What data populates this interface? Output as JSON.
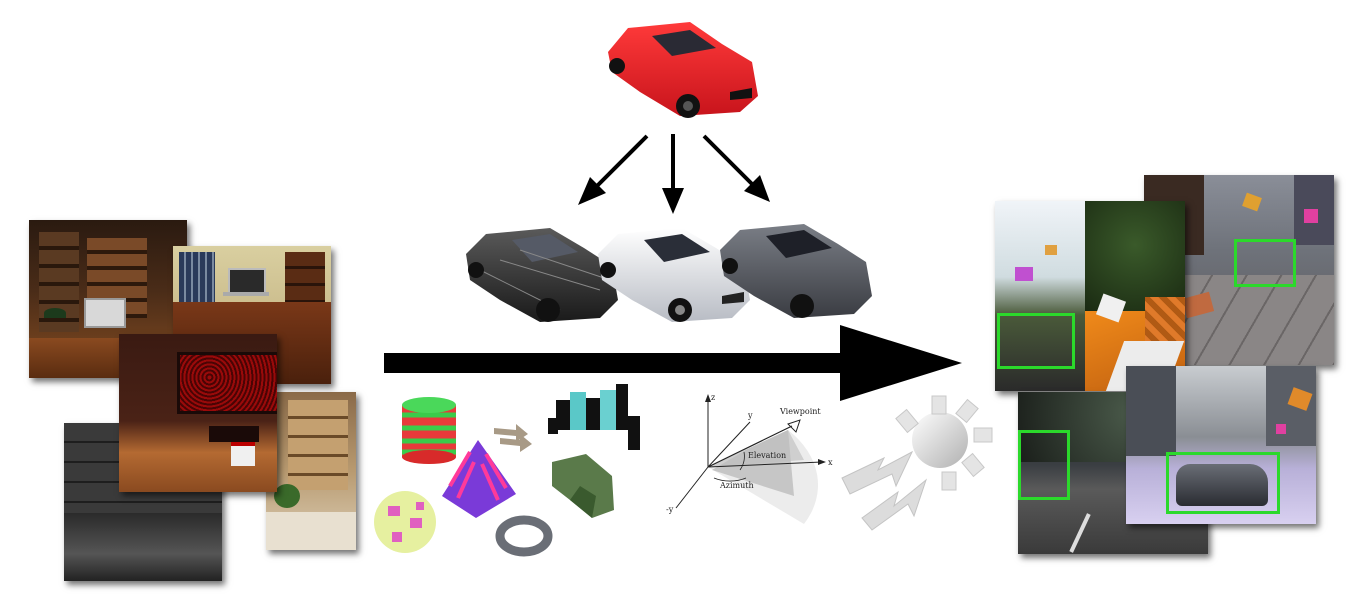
{
  "diagram": {
    "viewpoint_diagram": {
      "labels": {
        "z": "z",
        "y": "y",
        "x": "x",
        "neg_y": "-y",
        "viewpoint": "Viewpoint",
        "elevation": "Elevation",
        "azimuth": "Azimuth"
      }
    },
    "colors": {
      "source_car": "#e0202a",
      "arrow": "#000000",
      "bbox": "#2bd92b",
      "light_arrow": "#d9d9d9"
    }
  }
}
